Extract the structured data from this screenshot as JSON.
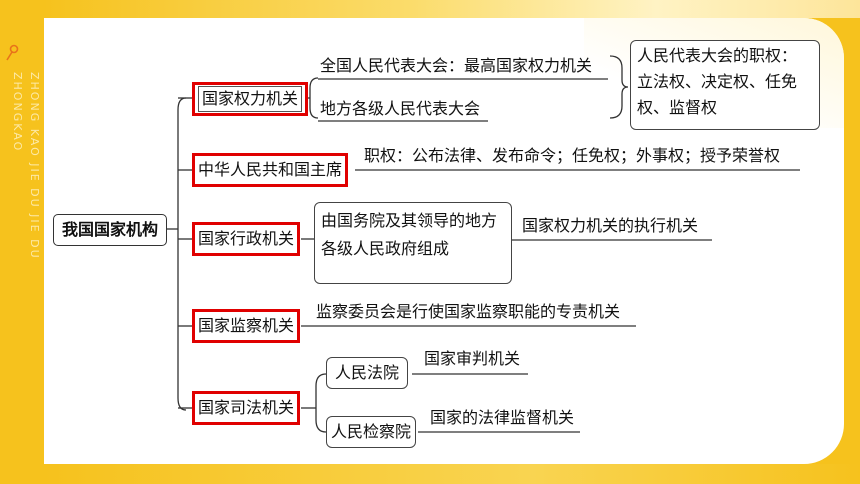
{
  "sidebar": {
    "vertical_text_1": "ZHONG KAO JIE DU JIE DU",
    "vertical_text_2": "ZHONGKAO"
  },
  "diagram": {
    "root": "我国国家机构",
    "branches": [
      {
        "label": "国家权力机关",
        "children": [
          "全国人民代表大会：最高国家权力机关",
          "地方各级人民代表大会"
        ],
        "note": [
          "人民代表大会的职权：",
          "立法权、决定权、任免",
          "权、监督权"
        ]
      },
      {
        "label": "中华人民共和国主席",
        "description": "职权：公布法律、发布命令；任免权；外事权；授予荣誉权"
      },
      {
        "label": "国家行政机关",
        "box": [
          "由国务院及其领导的地方",
          "各级人民政府组成"
        ],
        "description": "国家权力机关的执行机关"
      },
      {
        "label": "国家监察机关",
        "description": "监察委员会是行使国家监察职能的专责机关"
      },
      {
        "label": "国家司法机关",
        "children": [
          {
            "label": "人民法院",
            "description": "国家审判机关"
          },
          {
            "label": "人民检察院",
            "description": "国家的法律监督机关"
          }
        ]
      }
    ]
  },
  "colors": {
    "accent": "#f6c21d",
    "highlight_border": "#e00000"
  }
}
